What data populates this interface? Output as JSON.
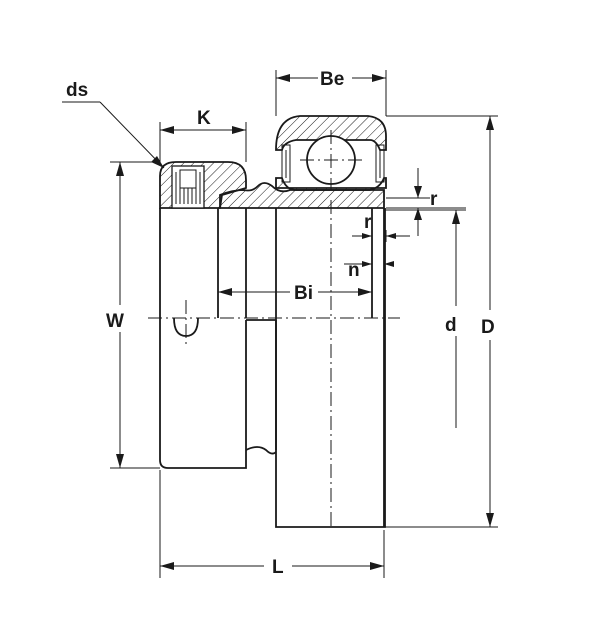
{
  "labels": {
    "ds": "ds",
    "K": "K",
    "Be": "Be",
    "r_outer": "r",
    "r_inner": "r",
    "n": "n",
    "Bi": "Bi",
    "W": "W",
    "d": "d",
    "D": "D",
    "L": "L"
  }
}
